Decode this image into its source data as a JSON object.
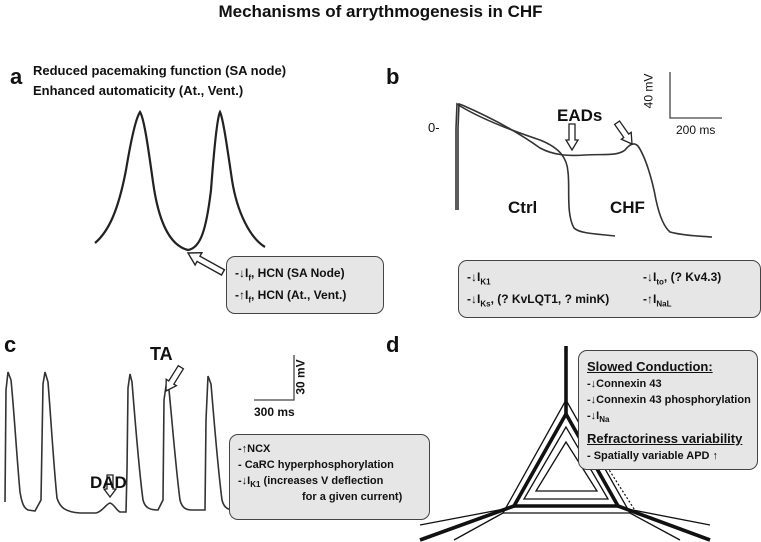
{
  "title": "Mechanisms of arrythmogenesis in CHF",
  "panel_a": {
    "letter": "a",
    "line1": "Reduced pacemaking function (SA node)",
    "line2": "Enhanced automaticity (At., Vent.)",
    "box": [
      {
        "pre": "-↓I",
        "sub": "f",
        "post": ", HCN (SA Node)"
      },
      {
        "pre": "-↑I",
        "sub": "f",
        "post": ", HCN (At., Vent.)"
      }
    ]
  },
  "panel_b": {
    "letter": "b",
    "scale_v": "40 mV",
    "scale_t": "200 ms",
    "zero": "0-",
    "eads": "EADs",
    "ctrl": "Ctrl",
    "chf": "CHF",
    "box": {
      "l1a": {
        "pre": "-↓I",
        "sub": "K1",
        "post": ""
      },
      "l1b": {
        "pre": "-↓I",
        "sub": "to",
        "post": ", (? Kv4.3)"
      },
      "l2a": {
        "pre": "-↓I",
        "sub": "Ks",
        "post": ", (? KvLQT1, ? minK)"
      },
      "l2b": {
        "pre": "-↑I",
        "sub": "NaL",
        "post": ""
      }
    }
  },
  "panel_c": {
    "letter": "c",
    "ta": "TA",
    "dad": "DAD",
    "scale_v": "30 mV",
    "scale_t": "300 ms",
    "box": {
      "l1": "-↑NCX",
      "l2": "- CaRC hyperphosphorylation",
      "l3": {
        "pre": "-↓I",
        "sub": "K1",
        "post": " (increases V deflection"
      },
      "l4": "for a given current)"
    }
  },
  "panel_d": {
    "letter": "d",
    "h1": "Slowed Conduction:",
    "l1": "-↓Connexin 43",
    "l2": "-↓Connexin 43 phosphorylation",
    "l3": {
      "pre": "-↓I",
      "sub": "Na",
      "post": ""
    },
    "h2": "Refractoriness variability",
    "l4": "- Spatially variable APD ↑"
  }
}
